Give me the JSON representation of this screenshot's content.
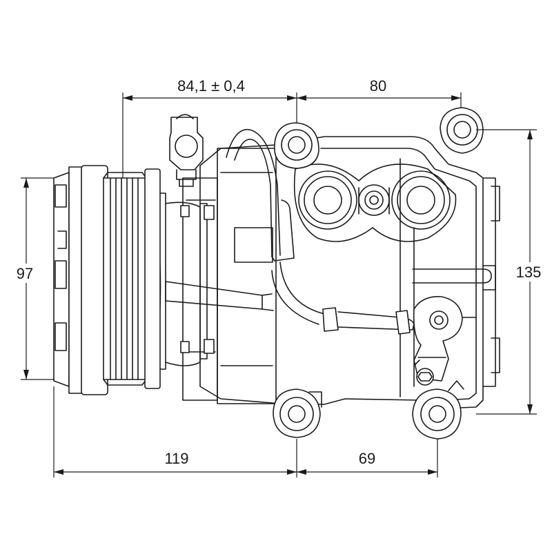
{
  "drawing": {
    "subject": "ac-compressor",
    "dimensions": {
      "top_left": "84,1 ± 0,4",
      "top_right": "80",
      "left_height": "97",
      "right_height": "135",
      "bottom_left": "119",
      "bottom_right": "69"
    }
  }
}
